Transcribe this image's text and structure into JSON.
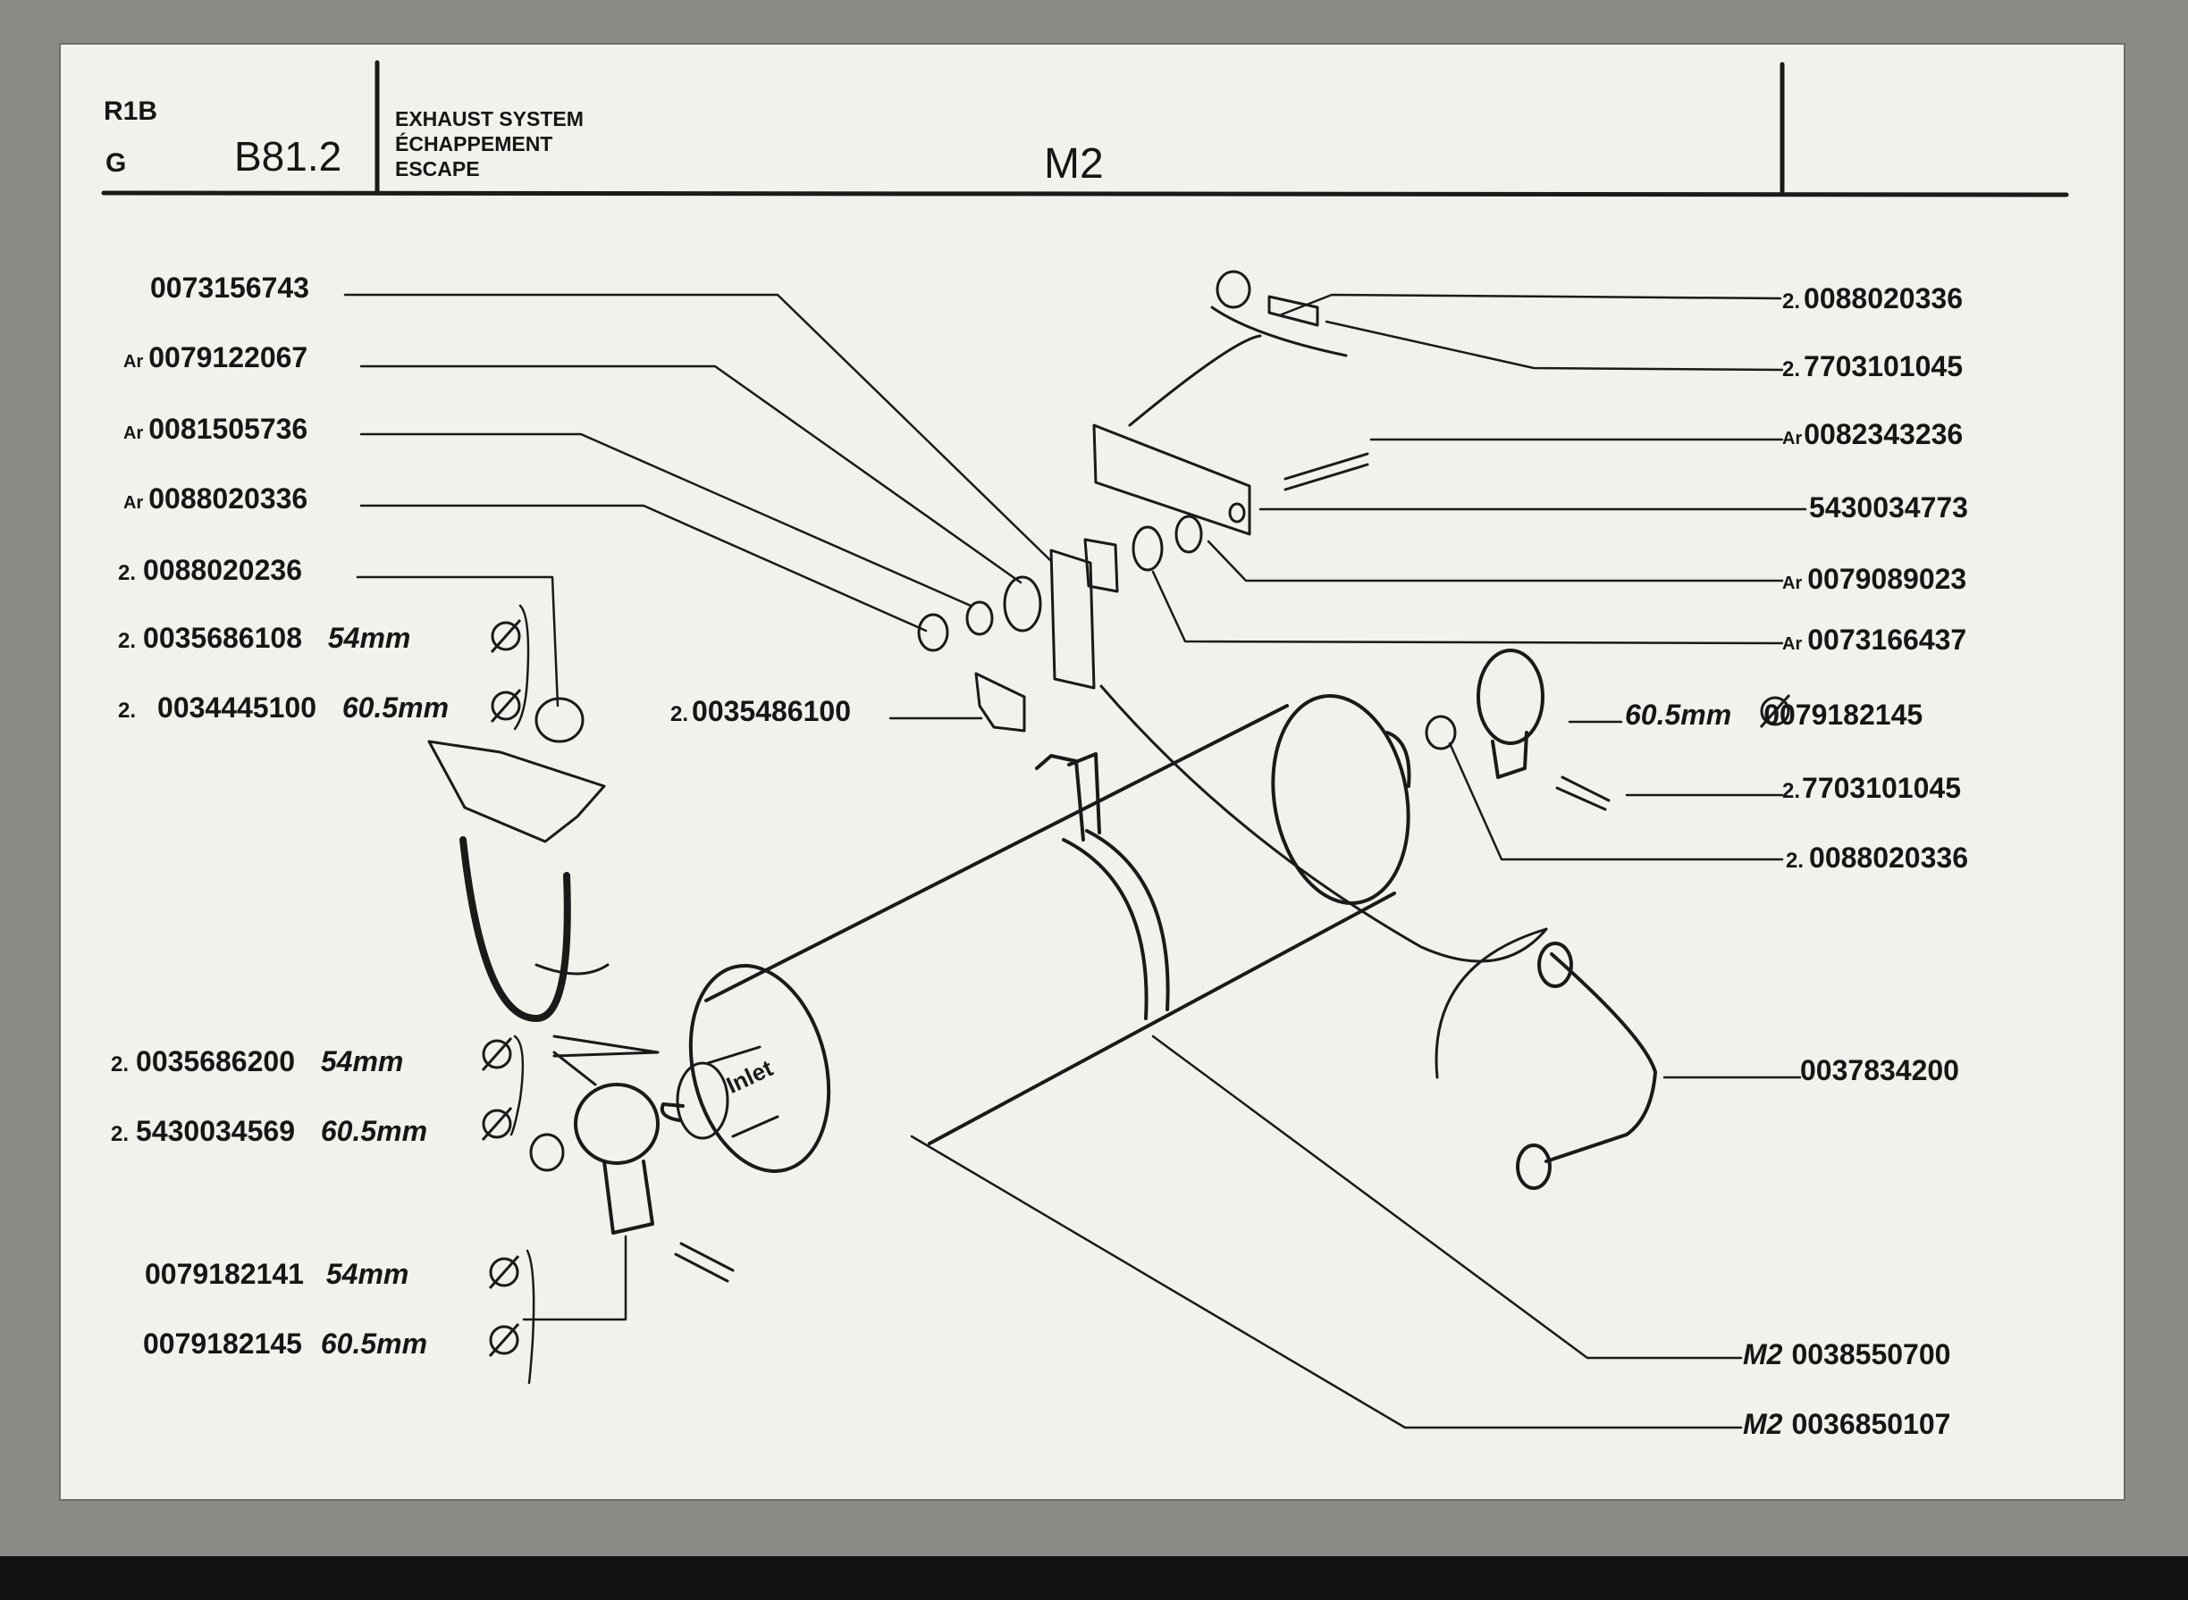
{
  "header": {
    "code_1": "R1B",
    "code_2": "G",
    "section": "B81.2",
    "title_en": "EXHAUST SYSTEM",
    "title_fr": "ÉCHAPPEMENT",
    "title_es": "ESCAPE",
    "model": "M2"
  },
  "callouts_left": [
    {
      "prefix": "",
      "part": "0073156743",
      "size": ""
    },
    {
      "prefix": "Ar",
      "part": "0079122067",
      "size": ""
    },
    {
      "prefix": "Ar",
      "part": "0081505736",
      "size": ""
    },
    {
      "prefix": "Ar",
      "part": "0088020336",
      "size": ""
    },
    {
      "prefix": "2.",
      "part": "0088020236",
      "size": ""
    },
    {
      "prefix": "2.",
      "part": "0035686108",
      "size": "54mm"
    },
    {
      "prefix": "2.",
      "part": "0034445100",
      "size": "60.5mm"
    },
    {
      "prefix": "2.",
      "part": "0035486100",
      "size": ""
    },
    {
      "prefix": "2.",
      "part": "0035686200",
      "size": "54mm"
    },
    {
      "prefix": "2.",
      "part": "5430034569",
      "size": "60.5mm"
    },
    {
      "prefix": "",
      "part": "0079182141",
      "size": "54mm"
    },
    {
      "prefix": "",
      "part": "0079182145",
      "size": "60.5mm"
    }
  ],
  "callouts_right": [
    {
      "prefix": "2.",
      "part": "0088020336",
      "size": ""
    },
    {
      "prefix": "2.",
      "part": "7703101045",
      "size": ""
    },
    {
      "prefix": "Ar",
      "part": "0082343236",
      "size": ""
    },
    {
      "prefix": "",
      "part": "5430034773",
      "size": ""
    },
    {
      "prefix": "Ar",
      "part": "0079089023",
      "size": ""
    },
    {
      "prefix": "Ar",
      "part": "0073166437",
      "size": ""
    },
    {
      "prefix": "",
      "part": "0079182145",
      "size": "60.5mm"
    },
    {
      "prefix": "2.",
      "part": "7703101045",
      "size": ""
    },
    {
      "prefix": "2.",
      "part": "0088020336",
      "size": ""
    },
    {
      "prefix": "",
      "part": "0037834200",
      "size": ""
    },
    {
      "prefix": "M2",
      "part": "0038550700",
      "size": ""
    },
    {
      "prefix": "M2",
      "part": "0036850107",
      "size": ""
    }
  ],
  "inlet_label": "Inlet",
  "diameter_symbol": "Ø"
}
